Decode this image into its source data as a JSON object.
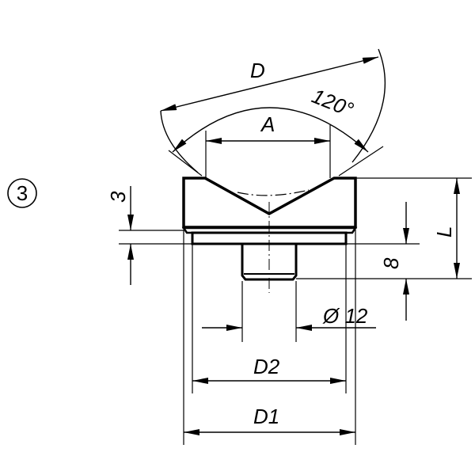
{
  "view_marker": "3",
  "dimensions": {
    "D": "D",
    "angle": "120°",
    "A": "A",
    "height_3": "3",
    "L": "L",
    "height_8": "8",
    "dia_12": "Ø 12",
    "D2": "D2",
    "D1": "D1"
  }
}
